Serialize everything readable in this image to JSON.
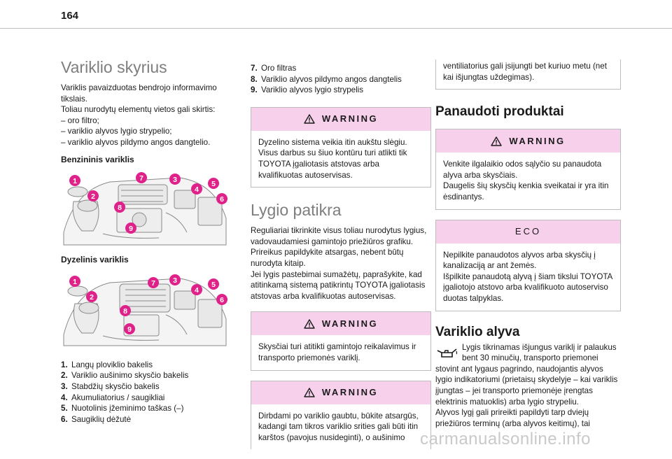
{
  "page_number": "164",
  "col1": {
    "title": "Variklio skyrius",
    "intro": "Variklis pavaizduotas bendrojo informavimo tikslais.\nToliau nurodytų elementų vietos gali skirtis:\n– oro filtro;\n– variklio alyvos lygio strypelio;\n– variklio alyvos pildymo angos dangtelio.",
    "petrol_label": "Benzininis variklis",
    "diesel_label": "Dyzelinis variklis",
    "items": [
      {
        "n": "1.",
        "text": "Langų ploviklio bakelis"
      },
      {
        "n": "2.",
        "text": "Variklio aušinimo skysčio bakelis"
      },
      {
        "n": "3.",
        "text": "Stabdžių skysčio bakelis"
      },
      {
        "n": "4.",
        "text": "Akumuliatorius / saugikliai"
      },
      {
        "n": "5.",
        "text": "Nuotolinis įžeminimo taškas (–)"
      },
      {
        "n": "6.",
        "text": "Saugiklių dėžutė"
      }
    ],
    "markers_petrol": [
      "1",
      "2",
      "7",
      "3",
      "4",
      "5",
      "6",
      "8",
      "9"
    ],
    "markers_diesel": [
      "1",
      "2",
      "7",
      "3",
      "4",
      "5",
      "6",
      "8",
      "9"
    ]
  },
  "col2": {
    "items": [
      {
        "n": "7.",
        "text": "Oro filtras"
      },
      {
        "n": "8.",
        "text": "Variklio alyvos pildymo angos dangtelis"
      },
      {
        "n": "9.",
        "text": "Variklio alyvos lygio strypelis"
      }
    ],
    "warning1": {
      "head": "WARNING",
      "body": "Dyzelino sistema veikia itin aukštu slėgiu.\nVisus darbus su šiuo kontūru turi atlikti tik TOYOTA įgaliotasis atstovas arba kvalifikuotas autoservisas."
    },
    "title2": "Lygio patikra",
    "para2": "Reguliariai tikrinkite visus toliau nurodytus lygius, vadovaudamiesi gamintojo priežiūros grafiku. Prireikus papildykite atsargas, nebent būtų nurodyta kitaip.\nJei lygis pastebimai sumažėtų, paprašykite, kad atitinkamą sistemą patikrintų TOYOTA įgaliotasis atstovas arba kvalifikuotas autoservisas.",
    "warning2": {
      "head": "WARNING",
      "body": "Skysčiai turi atitikti gamintojo reikalavimus ir transporto priemonės variklį."
    },
    "warning3": {
      "head": "WARNING",
      "body": "Dirbdami po variklio gaubtu, būkite atsargūs, kadangi tam tikros variklio srities gali būti itin karštos (pavojus nusideginti), o aušinimo"
    }
  },
  "col3": {
    "continued": "ventiliatorius gali įsijungti bet kuriuo metu (net kai išjungtas uždegimas).",
    "title3": "Panaudoti produktai",
    "warning4": {
      "head": "WARNING",
      "body": "Venkite ilgalaikio odos sąlyčio su panaudota alyva arba skysčiais.\nDaugelis šių skysčių kenkia sveikatai ir yra itin ėsdinantys."
    },
    "eco": {
      "head": "ECO",
      "body": "Nepilkite panaudotos alyvos arba skysčių į kanalizaciją ar ant žemės.\nIšpilkite panaudotą alyvą į šiam tikslui TOYOTA įgaliotojo atstovo arba kvalifikuoto autoserviso duotas talpyklas."
    },
    "title4": "Variklio alyva",
    "oil_para": "Lygis tikrinamas išjungus variklį ir palaukus bent 30 minučių, transporto priemonei stovint ant lygaus pagrindo, naudojantis alyvos lygio indikatoriumi (prietaisų skydelyje – kai variklis įjungtas – jei transporto priemonėje įrengtas elektrinis matuoklis) arba lygio strypeliu.\nAlyvos lygį gali prireikti papildyti tarp dviejų priežiūros terminų (arba alyvos keitimų), tai"
  },
  "watermark": "carmanualsonline.info",
  "colors": {
    "marker": "#e0218a",
    "box_head": "#f7d0ec",
    "title_grey": "#7e7e7e"
  }
}
